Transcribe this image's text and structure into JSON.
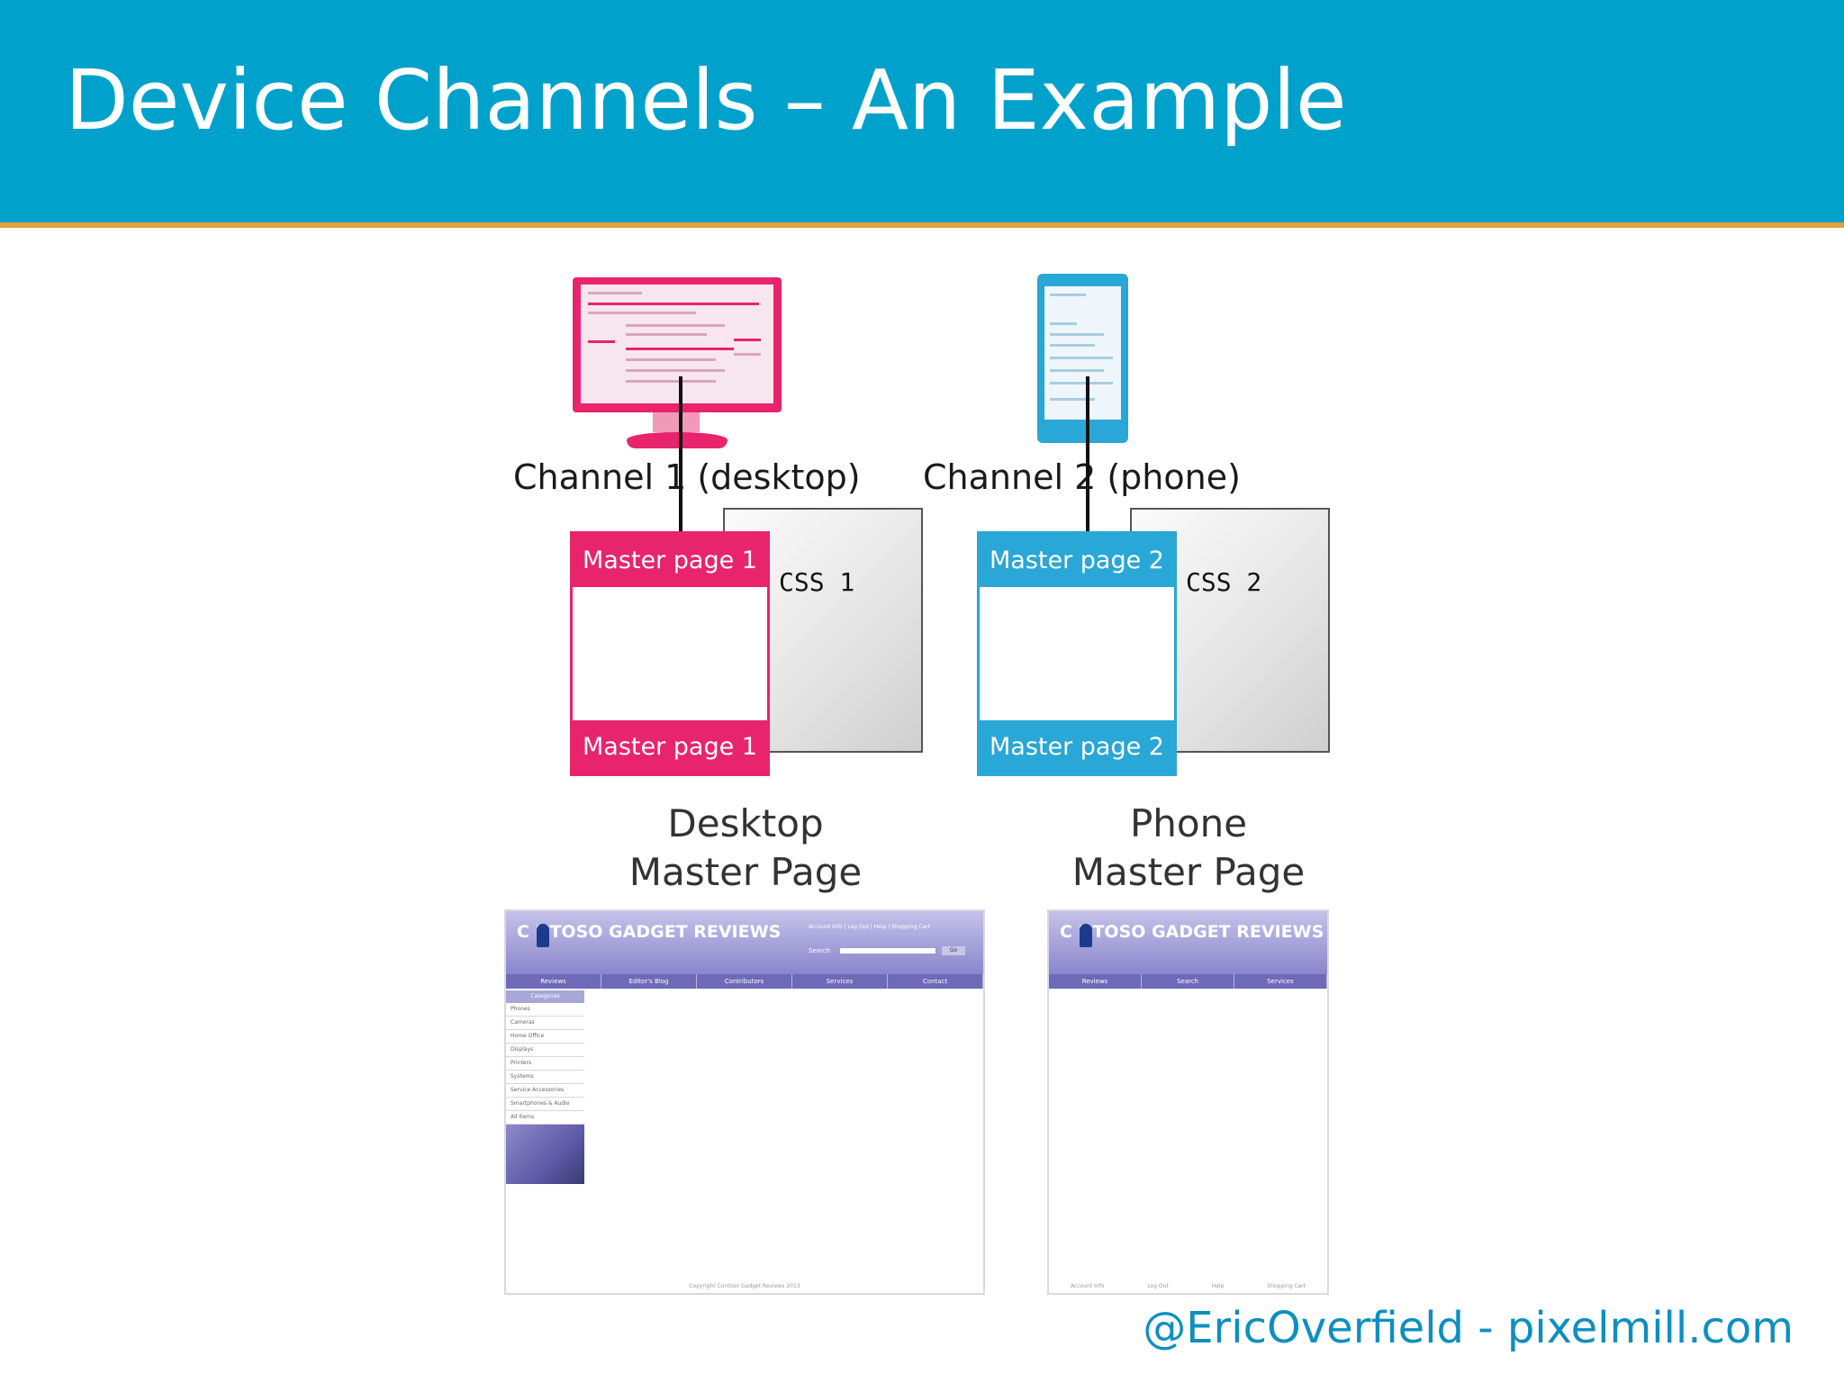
{
  "slide": {
    "title": "Device Channels – An Example",
    "footer": "@EricOverfield - pixelmill.com"
  },
  "channels": [
    {
      "label": "Channel 1 (desktop)",
      "device_icon": "desktop-monitor-icon",
      "css_label": "CSS 1",
      "master_top": "Master page 1",
      "master_bottom": "Master page 1",
      "caption_line1": "Desktop",
      "caption_line2": "Master Page",
      "color": "#e8246c"
    },
    {
      "label": "Channel 2 (phone)",
      "device_icon": "smartphone-icon",
      "css_label": "CSS 2",
      "master_top": "Master page 2",
      "master_bottom": "Master page 2",
      "caption_line1": "Phone",
      "caption_line2": "Master Page",
      "color": "#29a7d6"
    }
  ],
  "sites": {
    "desktop": {
      "logo": "C  NTOSO GADGET REVIEWS",
      "nav": [
        "Reviews",
        "Editor's Blog",
        "Contributors",
        "Services",
        "Contact"
      ],
      "side_head": "Categories",
      "side_items": [
        "Phones",
        "Cameras",
        "Home Office",
        "Displays",
        "Printers",
        "Systems",
        "Service Accessories",
        "Smartphones & Audio",
        "All Items"
      ],
      "search_label": "Search",
      "search_button": "Go",
      "util_links": "Account Info | Log Out | Help | Shopping Cart",
      "footer": "Copyright Contoso Gadget Reviews 2013"
    },
    "phone": {
      "logo": "C  NTOSO GADGET REVIEWS",
      "nav": [
        "Reviews",
        "Search",
        "Services"
      ],
      "footer_links": [
        "Account Info",
        "Log Out",
        "Help",
        "Shopping Cart"
      ]
    }
  },
  "colors": {
    "header_bg": "#00a1cb",
    "header_rule": "#e0a23a",
    "desktop_accent": "#e8246c",
    "phone_accent": "#29a7d6",
    "footer_text": "#0d8fc0"
  }
}
